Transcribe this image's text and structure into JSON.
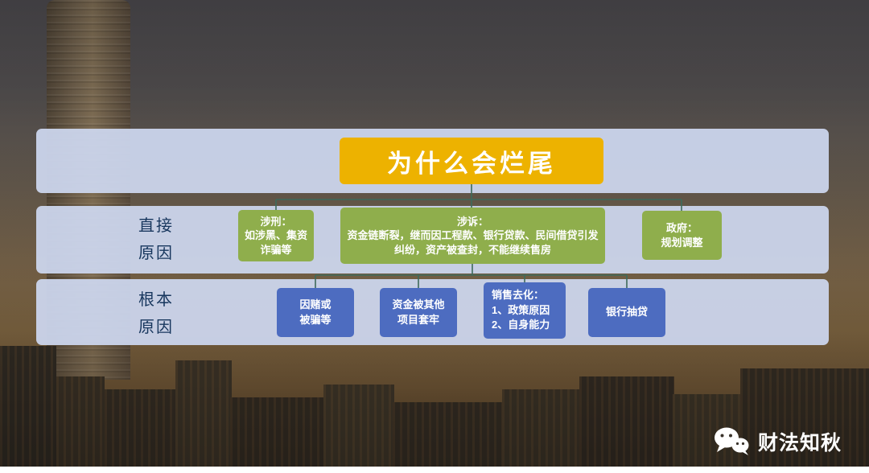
{
  "title": {
    "text": "为什么会烂尾"
  },
  "rows": {
    "direct": {
      "label_top": "直接",
      "label_bottom": "原因"
    },
    "root": {
      "label_top": "根本",
      "label_bottom": "原因"
    }
  },
  "direct_boxes": [
    {
      "title": "涉刑：",
      "body": "如涉黑、集资诈骗等"
    },
    {
      "title": "涉诉：",
      "body": "资金链断裂，继而因工程款、银行贷款、民间借贷引发纠纷，资产被查封，不能继续售房"
    },
    {
      "title": "政府：",
      "body": "规划调整"
    }
  ],
  "root_boxes": [
    {
      "lines": [
        "因赌或",
        "被骗等"
      ]
    },
    {
      "lines": [
        "资金被其他",
        "项目套牢"
      ]
    },
    {
      "lines": [
        "销售去化：",
        "1、政策原因",
        "2、自身能力"
      ]
    },
    {
      "lines": [
        "银行抽贷"
      ]
    }
  ],
  "watermark": {
    "icon": "wechat-icon",
    "text": "财法知秋"
  },
  "colors": {
    "band": "#CBD5EC",
    "title_box": "#EDB200",
    "direct_box": "#8FAE4C",
    "root_box": "#4D6CC0",
    "label_text": "#17365D",
    "connector": "#3E6A5B"
  }
}
